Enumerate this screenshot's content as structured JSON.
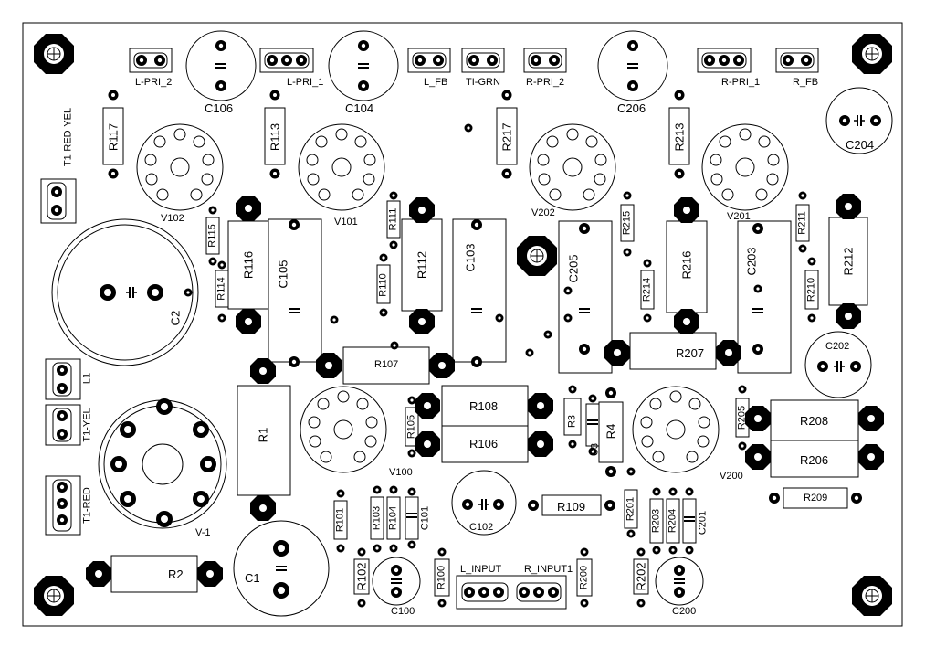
{
  "board": {
    "title": "",
    "labels": {
      "L_PRI_2": "L-PRI_2",
      "L_PRI_1": "L-PRI_1",
      "L_FB": "L_FB",
      "TI_GRN": "TI-GRN",
      "R_PRI_2": "R-PRI_2",
      "R_PRI_1": "R-PRI_1",
      "R_FB": "R_FB",
      "C106": "C106",
      "C104": "C104",
      "C206": "C206",
      "C204": "C204",
      "T1_RED_YEL": "T1-RED-YEL",
      "R117": "R117",
      "R113": "R113",
      "R217": "R217",
      "R213": "R213",
      "V102": "V102",
      "V101": "V101",
      "V202": "V202",
      "V201": "V201",
      "R115": "R115",
      "R116": "R116",
      "C105": "C105",
      "R111": "R111",
      "R112": "R112",
      "C103": "C103",
      "C205": "C205",
      "R215": "R215",
      "R216": "R216",
      "C203": "C203",
      "R211": "R211",
      "R212": "R212",
      "C2": "C2",
      "R114": "R114",
      "R110": "R110",
      "R214": "R214",
      "R210": "R210",
      "C202": "C202",
      "R107": "R107",
      "R207": "R207",
      "L1": "L1",
      "T1_YEL": "T1-YEL",
      "R1": "R1",
      "V100": "V100",
      "R105": "R105",
      "R108": "R108",
      "R106": "R106",
      "R3": "R3",
      "C3": "C3",
      "R4": "R4",
      "V200": "V200",
      "R205": "R205",
      "R208": "R208",
      "R206": "R206",
      "T1_RED": "T1-RED",
      "V_1": "V-1",
      "R101": "R101",
      "R103": "R103",
      "R104": "R104",
      "C101": "C101",
      "C102": "C102",
      "R109": "R109",
      "R201": "R201",
      "R203": "R203",
      "R204": "R204",
      "C201": "C201",
      "R209": "R209",
      "R2": "R2",
      "C1": "C1",
      "R102": "R102",
      "C100": "C100",
      "R100": "R100",
      "L_INPUT": "L_INPUT",
      "R_INPUT1": "R_INPUT1",
      "R200": "R200",
      "R202": "R202",
      "C200": "C200"
    }
  }
}
